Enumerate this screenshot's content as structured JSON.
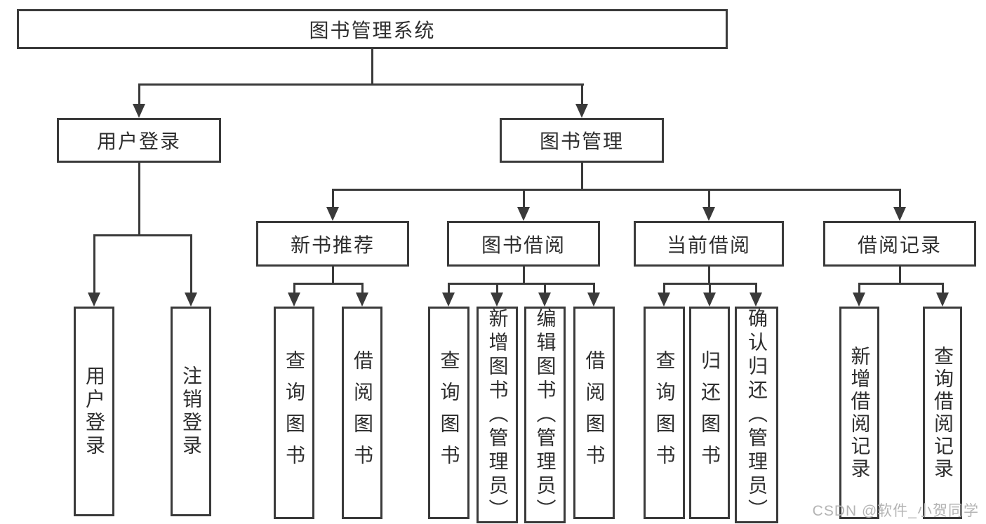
{
  "tree": {
    "root": {
      "label": "图书管理系统"
    },
    "branches": [
      {
        "label": "用户登录",
        "children": [
          {
            "label": "用户登录"
          },
          {
            "label": "注销登录"
          }
        ]
      },
      {
        "label": "图书管理",
        "children": [
          {
            "label": "新书推荐",
            "children": [
              {
                "label": "查询图书"
              },
              {
                "label": "借阅图书"
              }
            ]
          },
          {
            "label": "图书借阅",
            "children": [
              {
                "label": "查询图书"
              },
              {
                "label": "新增图书（管理员）"
              },
              {
                "label": "编辑图书（管理员）"
              },
              {
                "label": "借阅图书"
              }
            ]
          },
          {
            "label": "当前借阅",
            "children": [
              {
                "label": "查询图书"
              },
              {
                "label": "归还图书"
              },
              {
                "label": "确认归还（管理员）"
              }
            ]
          },
          {
            "label": "借阅记录",
            "children": [
              {
                "label": "新增借阅记录"
              },
              {
                "label": "查询借阅记录"
              }
            ]
          }
        ]
      }
    ]
  },
  "watermark": {
    "text": "CSDN @软件_小贺同学"
  },
  "colors": {
    "line": "#3a3a3a",
    "text": "#2e2e2e",
    "watermark": "#b4b4b4",
    "background": "#ffffff"
  }
}
